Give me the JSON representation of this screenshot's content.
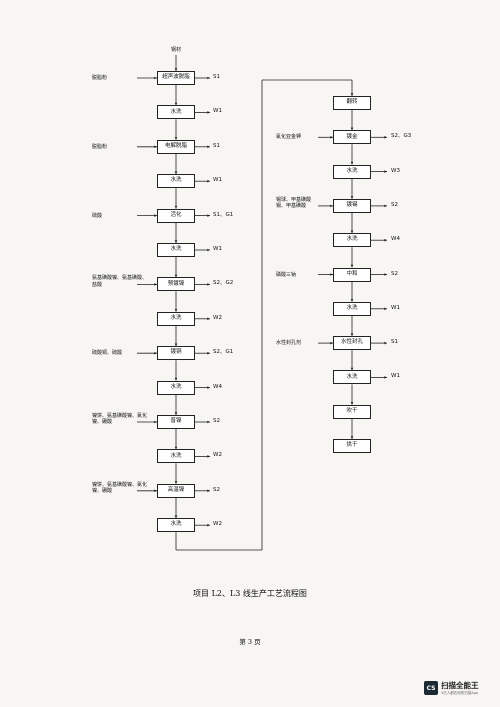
{
  "input_material": "钢材",
  "left_chain": [
    {
      "label": "超声波脱脂",
      "input": "脱脂粉",
      "output": "S1"
    },
    {
      "label": "水洗",
      "input": "",
      "output": "W1"
    },
    {
      "label": "电解脱脂",
      "input": "脱脂粉",
      "output": "S1"
    },
    {
      "label": "水洗",
      "input": "",
      "output": "W1"
    },
    {
      "label": "活化",
      "input": "硫酸",
      "output": "S1、G1"
    },
    {
      "label": "水洗",
      "input": "",
      "output": "W1"
    },
    {
      "label": "预镀镍",
      "input": "氨基磺酸镍、氨基磺酸、盐酸",
      "output": "S2、G2"
    },
    {
      "label": "水洗",
      "input": "",
      "output": "W2"
    },
    {
      "label": "镀铜",
      "input": "硫酸铜、硫酸",
      "output": "S2、G1"
    },
    {
      "label": "水洗",
      "input": "",
      "output": "W4"
    },
    {
      "label": "普镍",
      "input": "镍饼、氨基磺酸镍、氯化镍、硼酸",
      "output": "S2"
    },
    {
      "label": "水洗",
      "input": "",
      "output": "W2"
    },
    {
      "label": "高温镍",
      "input": "镍饼、氨基磺酸镍、氯化镍、硼酸",
      "output": "S2"
    },
    {
      "label": "水洗",
      "input": "",
      "output": "W2"
    }
  ],
  "right_chain": [
    {
      "label": "翻转",
      "input": "",
      "output": ""
    },
    {
      "label": "镀金",
      "input": "氰化亚金钾",
      "output": "S2、G3"
    },
    {
      "label": "水洗",
      "input": "",
      "output": "W3"
    },
    {
      "label": "镀锡",
      "input": "锡球、甲基磺酸锡、甲基磺酸",
      "output": "S2"
    },
    {
      "label": "水洗",
      "input": "",
      "output": "W4"
    },
    {
      "label": "中和",
      "input": "磷酸三钠",
      "output": "S2"
    },
    {
      "label": "水洗",
      "input": "",
      "output": "W1"
    },
    {
      "label": "水性封孔",
      "input": "水性封孔剂",
      "output": "S1"
    },
    {
      "label": "水洗",
      "input": "",
      "output": "W1"
    },
    {
      "label": "吹干",
      "input": "",
      "output": ""
    },
    {
      "label": "烘干",
      "input": "",
      "output": ""
    }
  ],
  "caption": "项目 L2、L3 线生产工艺流程图",
  "page_number": "第 3 页",
  "watermark": {
    "badge": "CS",
    "title": "扫描全能王",
    "subtitle": "3亿人都在用的扫描App"
  }
}
